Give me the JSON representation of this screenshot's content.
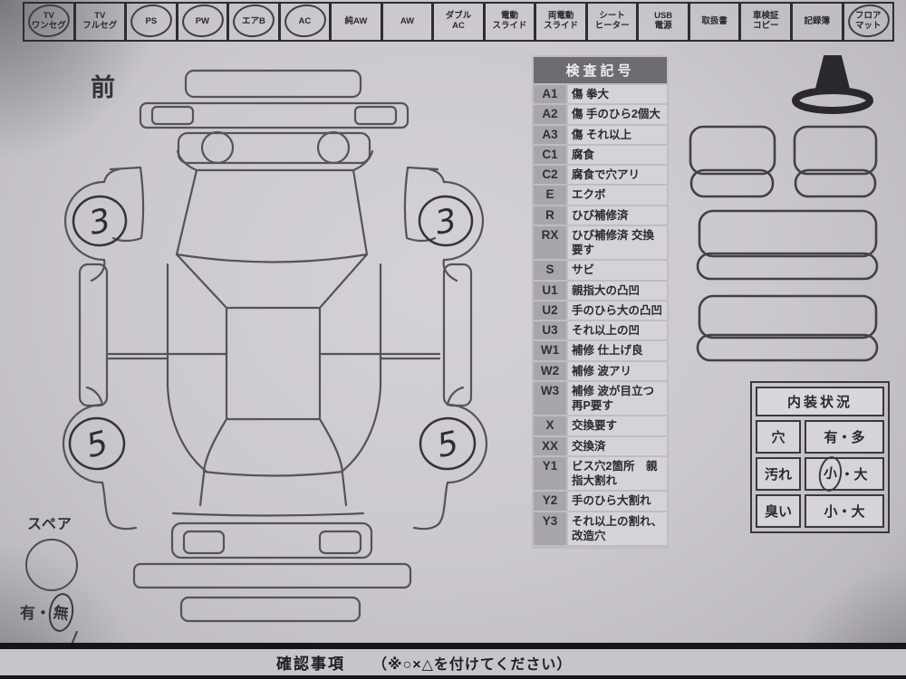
{
  "equipment_row": {
    "items": [
      {
        "label": "TV\nワンセグ",
        "circled": true
      },
      {
        "label": "TV\nフルセグ",
        "circled": false
      },
      {
        "label": "PS",
        "circled": true
      },
      {
        "label": "PW",
        "circled": true
      },
      {
        "label": "エアB",
        "circled": true
      },
      {
        "label": "AC",
        "circled": true
      },
      {
        "label": "純AW",
        "circled": false
      },
      {
        "label": "AW",
        "circled": false
      },
      {
        "label": "ダブル\nAC",
        "circled": false
      },
      {
        "label": "電動\nスライド",
        "circled": false
      },
      {
        "label": "両電動\nスライド",
        "circled": false
      },
      {
        "label": "シート\nヒーター",
        "circled": false
      },
      {
        "label": "USB\n電源",
        "circled": false
      },
      {
        "label": "取扱書",
        "circled": false
      },
      {
        "label": "車検証\nコピー",
        "circled": false
      },
      {
        "label": "記録簿",
        "circled": false
      },
      {
        "label": "フロア\nマット",
        "circled": true
      }
    ]
  },
  "diagram": {
    "front_label": "前",
    "wheel_marks": {
      "front_left": "3",
      "front_right": "3",
      "rear_left": "5",
      "rear_right": "5"
    },
    "spare": {
      "label": "スペア",
      "options": [
        "有",
        "無"
      ],
      "circled_option": "無"
    },
    "separator": "・"
  },
  "legend": {
    "title": "検査記号",
    "rows": [
      {
        "code": "A1",
        "desc": "傷 拳大"
      },
      {
        "code": "A2",
        "desc": "傷 手のひら2個大"
      },
      {
        "code": "A3",
        "desc": "傷 それ以上"
      },
      {
        "code": "C1",
        "desc": "腐食"
      },
      {
        "code": "C2",
        "desc": "腐食で穴アリ"
      },
      {
        "code": "E",
        "desc": "エクボ"
      },
      {
        "code": "R",
        "desc": "ひび補修済"
      },
      {
        "code": "RX",
        "desc": "ひび補修済 交換要す"
      },
      {
        "code": "S",
        "desc": "サビ"
      },
      {
        "code": "U1",
        "desc": "親指大の凸凹"
      },
      {
        "code": "U2",
        "desc": "手のひら大の凸凹"
      },
      {
        "code": "U3",
        "desc": "それ以上の凹"
      },
      {
        "code": "W1",
        "desc": "補修 仕上げ良"
      },
      {
        "code": "W2",
        "desc": "補修 波アリ"
      },
      {
        "code": "W3",
        "desc": "補修 波が目立つ　再P要す"
      },
      {
        "code": "X",
        "desc": "交換要す"
      },
      {
        "code": "XX",
        "desc": "交換済"
      },
      {
        "code": "Y1",
        "desc": "ビス穴2箇所　親指大割れ"
      },
      {
        "code": "Y2",
        "desc": "手のひら大割れ"
      },
      {
        "code": "Y3",
        "desc": "それ以上の割れ、改造穴"
      }
    ]
  },
  "interior_table": {
    "title": "内装状況",
    "separator": "・",
    "rows": [
      {
        "label": "穴",
        "options": [
          "有",
          "多"
        ],
        "circled": ""
      },
      {
        "label": "汚れ",
        "options": [
          "小",
          "大"
        ],
        "circled": "小"
      },
      {
        "label": "臭い",
        "options": [
          "小",
          "大"
        ],
        "circled": ""
      }
    ]
  },
  "footer": {
    "title": "確認事項",
    "note": "（※○×△を付けてください）"
  },
  "colors": {
    "paper": "#cbc8ce",
    "print_line": "#55525a",
    "pen": "#34323a",
    "legend_header_bg": "#6e6b72",
    "legend_code_bg": "#a8a5ab",
    "legend_desc_bg": "#d6d3d8",
    "footer_bar": "#161518"
  }
}
